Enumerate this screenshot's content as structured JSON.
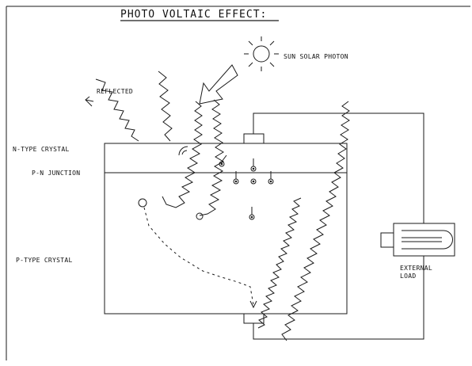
{
  "title": "PHOTO VOLTAIC EFFECT:",
  "labels": {
    "sun": "SUN SOLAR PHOTON",
    "reflected": "REFLECTED",
    "n_type": "N-TYPE CRYSTAL",
    "pn_junction": "P-N JUNCTION",
    "p_type": "P-TYPE CRYSTAL",
    "load_line1": "EXTERNAL",
    "load_line2": "LOAD"
  },
  "colors": {
    "ink": "#1a1a1a",
    "background": "#ffffff"
  },
  "icons": [
    "sun-icon",
    "incoming-arrow-icon",
    "lamp-icon"
  ]
}
